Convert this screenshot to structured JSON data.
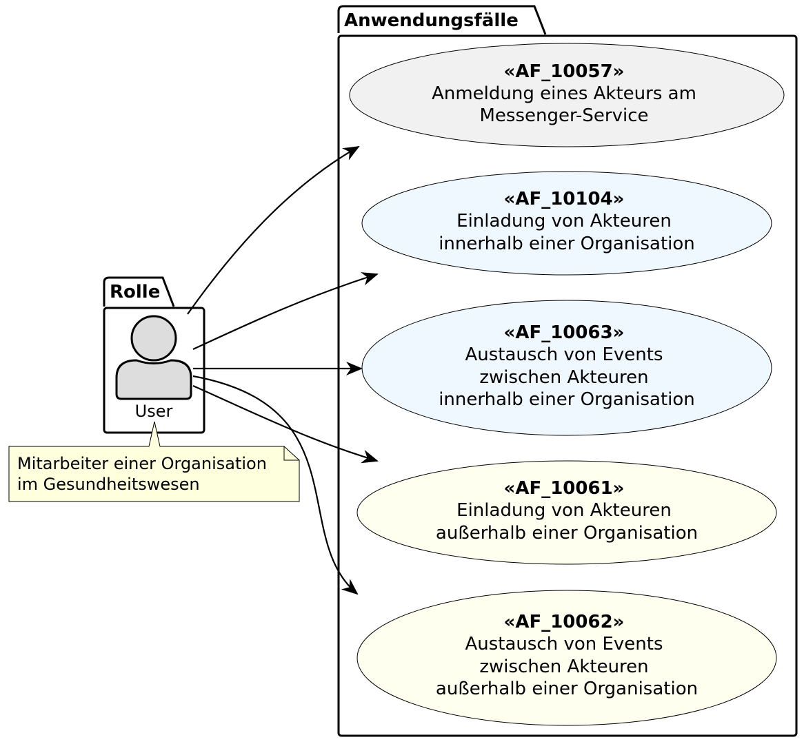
{
  "packages": {
    "actors_package": {
      "title": "Rolle"
    },
    "usecases_package": {
      "title": "Anwendungsfälle"
    }
  },
  "actor": {
    "label": "User",
    "icon": "person-icon",
    "fill": "#DDDDDD"
  },
  "note": {
    "lines": [
      "Mitarbeiter einer Organisation",
      "im Gesundheitswesen"
    ],
    "fill": "#FEFFDD"
  },
  "use_cases": [
    {
      "id": "«AF_10057»",
      "lines": [
        "Anmeldung eines Akteurs am",
        "Messenger-Service"
      ],
      "fill": "#F1F1F1"
    },
    {
      "id": "«AF_10104»",
      "lines": [
        "Einladung von Akteuren",
        "innerhalb einer Organisation"
      ],
      "fill": "#EFF7FF"
    },
    {
      "id": "«AF_10063»",
      "lines": [
        "Austausch von Events",
        "zwischen Akteuren",
        "innerhalb einer Organisation"
      ],
      "fill": "#EFF7FF"
    },
    {
      "id": "«AF_10061»",
      "lines": [
        "Einladung von Akteuren",
        "außerhalb einer Organisation"
      ],
      "fill": "#FEFFEF"
    },
    {
      "id": "«AF_10062»",
      "lines": [
        "Austausch von Events",
        "zwischen Akteuren",
        "außerhalb einer Organisation"
      ],
      "fill": "#FEFFEF"
    }
  ]
}
